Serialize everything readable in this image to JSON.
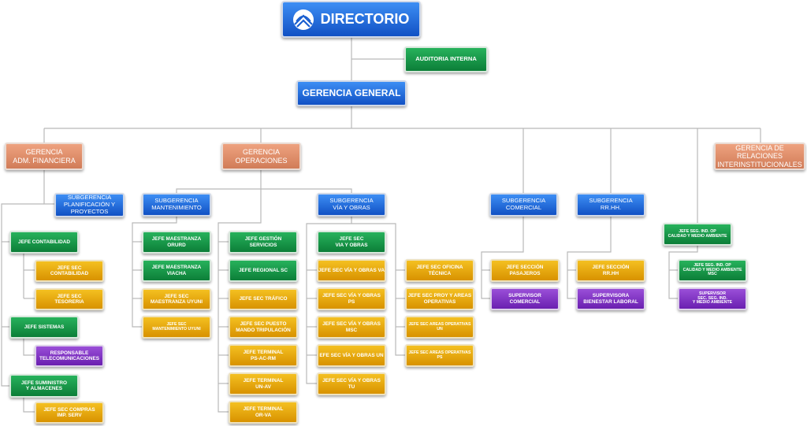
{
  "nodes": {
    "directorio": "DIRECTORIO",
    "auditoria": "AUDITORIA INTERNA",
    "gerencia_general": "GERENCIA GENERAL",
    "gerencia_adm": "GERENCIA\nADM. FINANCIERA",
    "gerencia_op": "GERENCIA\nOPERACIONES",
    "gerencia_rel": "GERENCIA DE RELACIONES\nINTERINSTITUCIONALES",
    "sub_planif": "SUBGERENCIA\nPLANIFICACIÓN Y\nPROYECTOS",
    "sub_mant": "SUBGERENCIA\nMANTENIMIENTO",
    "sub_via": "SUBGERENCIA\nVÍA Y OBRAS",
    "sub_comercial": "SUBGERENCIA\nCOMERCIAL",
    "sub_rrhh": "SUBGERENCIA\nRR.HH.",
    "jefe_contab": "JEFE CONTABILIDAD",
    "jefe_sec_contab": "JEFE SEC\nCONTABILIDAD",
    "jefe_sec_tesoreria": "JEFE SEC\nTESORERIA",
    "jefe_sistemas": "JEFE SISTEMAS",
    "resp_telecom": "RESPONSABLE\nTELECOMUNICACIONES",
    "jefe_suministro": "JEFE SUMINISTRO\nY ALMACENES",
    "jefe_sec_compras": "JEFE SEC COMPRAS\nIMP. SERV",
    "jefe_maes_orurd": "JEFE MAESTRANZA\nORURD",
    "jefe_maes_viacha": "JEFE MAESTRANZA\nVIACHA",
    "jefe_sec_maes_uyuni": "JEFE SEC\nMAESTRANZA UYUNI",
    "jefe_sec_mant_uyuni": "JEFE SEC\nMANTENIMIENTO UYUNI",
    "jefe_gestion": "JEFE GESTIÓN\nSERVICIOS",
    "jefe_regional_sc": "JEFE REGIONAL SC",
    "jefe_sec_trafico": "JEFE SEC TRÁFICO",
    "jefe_sec_puesto": "JEFE SEC PUESTO\nMANDO TRIPULACIÓN",
    "jefe_term_ps": "JEFE TERMINAL\nPS-AC-RM",
    "jefe_term_un": "JEFE TERMINAL\nUN-AV",
    "jefe_term_or": "JEFE TERMINAL\nOR-VA",
    "jefe_sec_via": "JEFE SEC\nVIA Y OBRAS",
    "jefe_via_va": "JEFE SEC VÍA Y OBRAS VA",
    "jefe_via_ps": "JEFE SEC VÍA Y OBRAS PS",
    "jefe_via_msc": "JEFE SEC VÍA Y OBRAS MSC",
    "jefe_via_un": "EFE SEC VÍA Y OBRAS UN",
    "jefe_via_tu": "JEFE SEC VÍA Y OBRAS TU",
    "jefe_oficina_tecnica": "JEFE SEC OFICINA TÉCNICA",
    "jefe_proy_areas": "JEFE SEC PROY Y AREAS\nOPERATIVAS",
    "jefe_areas_un": "JEFE SEC AREAS OPERATIVAS\nUN",
    "jefe_areas_ps": "JEFE SEC AREAS OPERATIVAS\nPS",
    "jefe_sec_pasajeros": "JEFE SECCIÓN\nPASAJEROS",
    "sup_comercial": "SUPERVISOR\nCOMERCIAL",
    "jefe_sec_rrhh": "JEFE SECCIÓN\nRR.HH",
    "sup_bienestar": "SUPERVISORA\nBIENESTAR LABORAL",
    "jefe_seg_ind": "JEFE SEG. IND. OP\nCALIDAD Y MEDIO AMBIENTE",
    "jefe_seg_ind_msc": "JEFE SEG. IND. OP\nCALIDAD Y MEDIO AMBIENTE\nMSC",
    "sup_seg_ind": "SUPERVISOR\nSEC. SEG. IND.\nY MEDIO AMBIENTE"
  },
  "colors": {
    "blue": "#1a5fd0",
    "green": "#149447",
    "yellow": "#e8a80c",
    "purple": "#7d30c2",
    "salmon": "#e08f6b",
    "connector": "#b9b9b9"
  }
}
